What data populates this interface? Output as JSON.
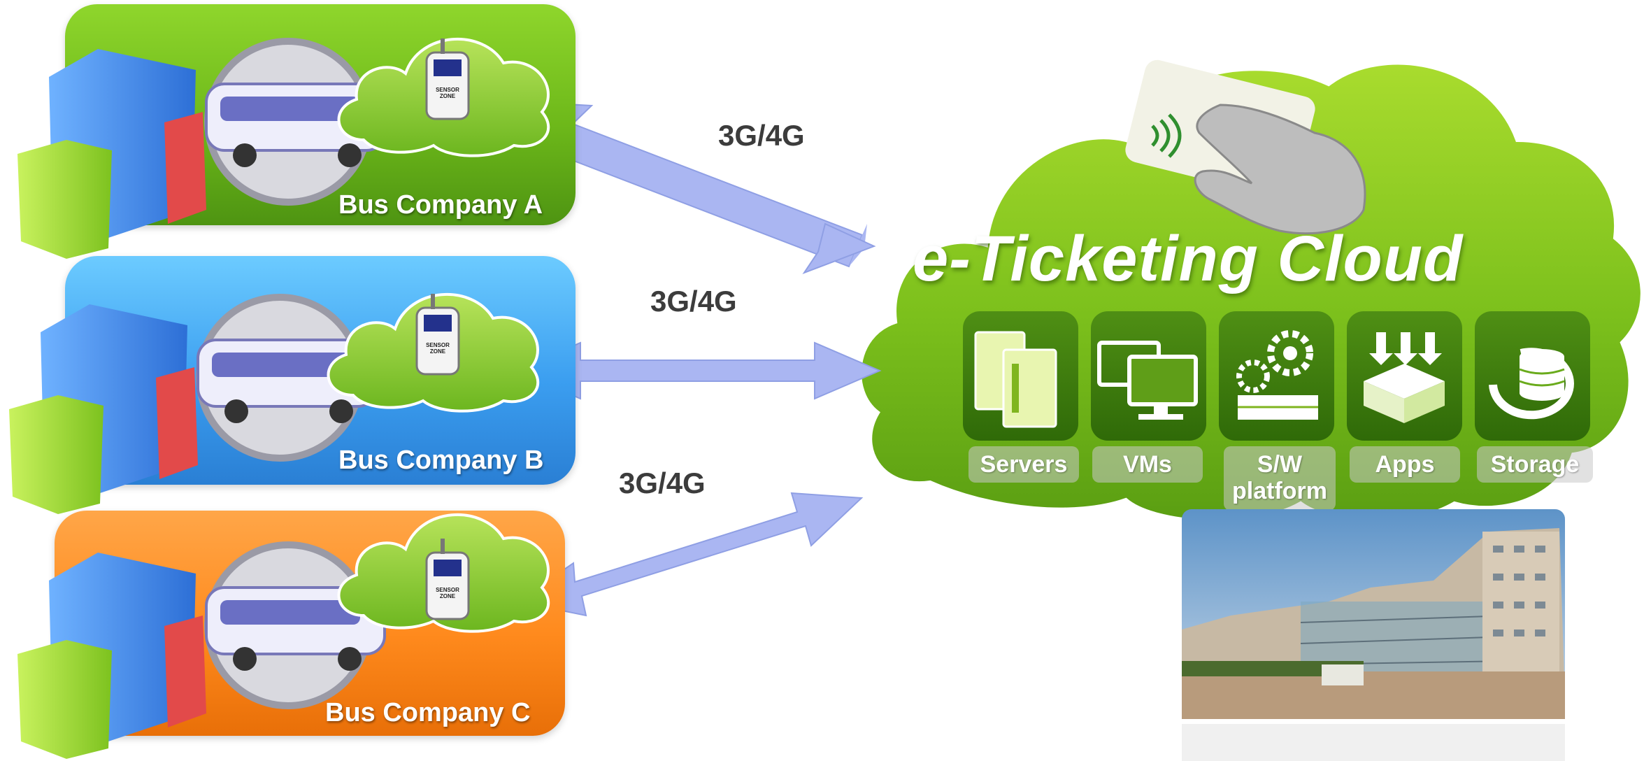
{
  "companies": [
    {
      "label": "Bus Company A",
      "color": "#6db81a",
      "network": "3G/4G"
    },
    {
      "label": "Bus Company B",
      "color": "#3b9ef0",
      "network": "3G/4G"
    },
    {
      "label": "Bus Company C",
      "color": "#ff8a1d",
      "network": "3G/4G"
    }
  ],
  "cloud": {
    "title": "e-Ticketing Cloud",
    "services": [
      {
        "label": "Servers",
        "icon": "servers-icon"
      },
      {
        "label": "VMs",
        "icon": "vm-monitor-icon"
      },
      {
        "label": "S/W platform",
        "icon": "gears-platform-icon"
      },
      {
        "label": "Apps",
        "icon": "apps-box-icon"
      },
      {
        "label": "Storage",
        "icon": "storage-database-icon"
      }
    ]
  },
  "sensor_label": "SENSOR ZONE",
  "colors": {
    "arrow": "#aab6f2",
    "cloud": "#7fc21a"
  }
}
